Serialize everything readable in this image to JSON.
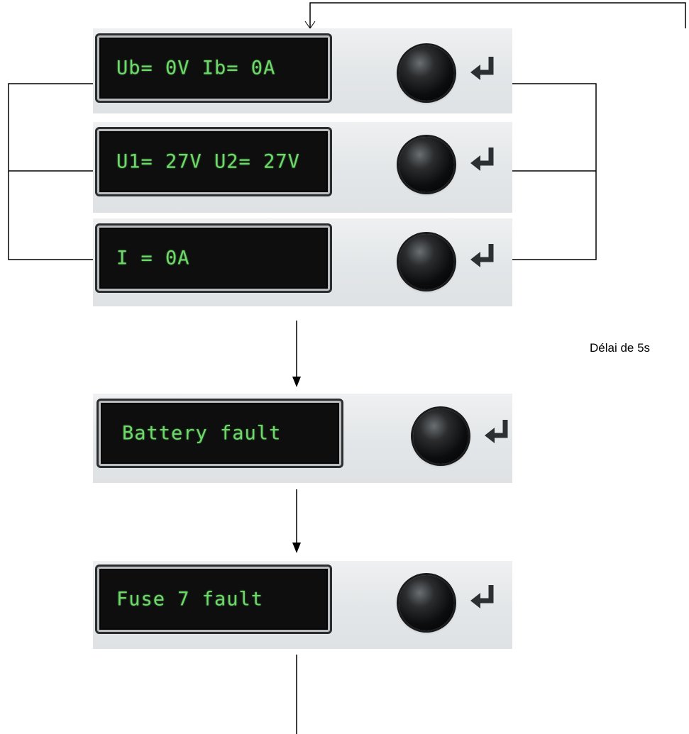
{
  "screens": [
    {
      "text": "Ub= 0V Ib= 0A"
    },
    {
      "text": "U1= 27V U2= 27V"
    },
    {
      "text": "I = 0A"
    },
    {
      "text": "Battery fault"
    },
    {
      "text": "Fuse 7 fault"
    }
  ],
  "note": "Délai de 5s",
  "icons": {
    "button": "round-push-button-icon",
    "enter": "enter-arrow-icon"
  },
  "colors": {
    "lcd_text": "#6ed86a",
    "lcd_background": "#0d0e0d",
    "panel": "#e3e6e8"
  }
}
